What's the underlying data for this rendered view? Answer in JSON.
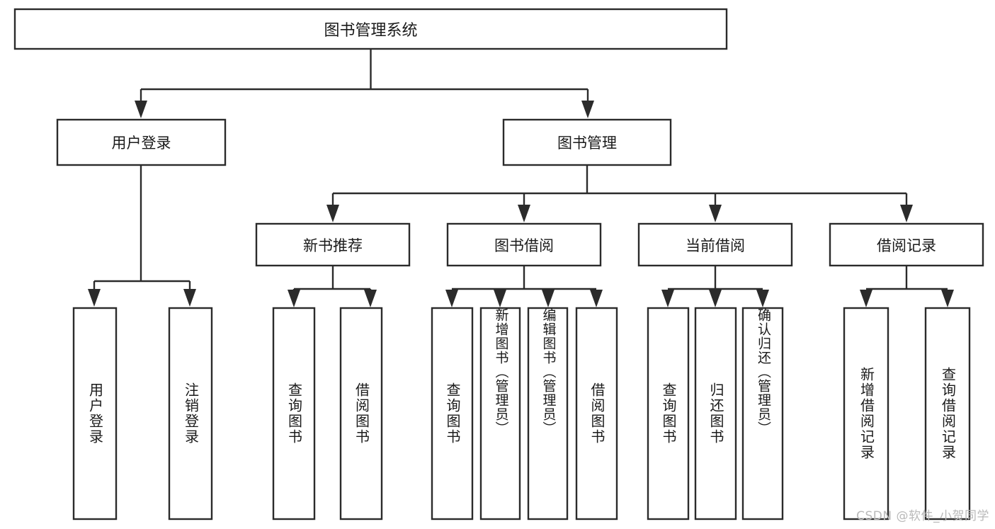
{
  "diagram": {
    "title": "图书管理系统",
    "type": "tree-hierarchy",
    "colors": {
      "box_stroke": "#2b2b2b",
      "box_fill": "#ffffff",
      "text": "#1a1a1a",
      "background": "#ffffff",
      "watermark": "#b9b9b9"
    },
    "root": {
      "label": "图书管理系统"
    },
    "level2": [
      {
        "label": "用户登录"
      },
      {
        "label": "图书管理"
      }
    ],
    "level3": [
      {
        "label": "新书推荐"
      },
      {
        "label": "图书借阅"
      },
      {
        "label": "当前借阅"
      },
      {
        "label": "借阅记录"
      }
    ],
    "leaves": {
      "user_login": [
        {
          "label": "用户登录"
        },
        {
          "label": "注销登录"
        }
      ],
      "new_book_recommend": [
        {
          "label": "查询图书"
        },
        {
          "label": "借阅图书"
        }
      ],
      "book_borrow": [
        {
          "label": "查询图书"
        },
        {
          "label": "新增图书（管理员）"
        },
        {
          "label": "编辑图书（管理员）"
        },
        {
          "label": "借阅图书"
        }
      ],
      "current_borrow": [
        {
          "label": "查询图书"
        },
        {
          "label": "归还图书"
        },
        {
          "label": "确认归还（管理员）"
        }
      ],
      "borrow_record": [
        {
          "label": "新增借阅记录"
        },
        {
          "label": "查询借阅记录"
        }
      ]
    },
    "watermark": "CSDN @软件_小贺同学"
  }
}
